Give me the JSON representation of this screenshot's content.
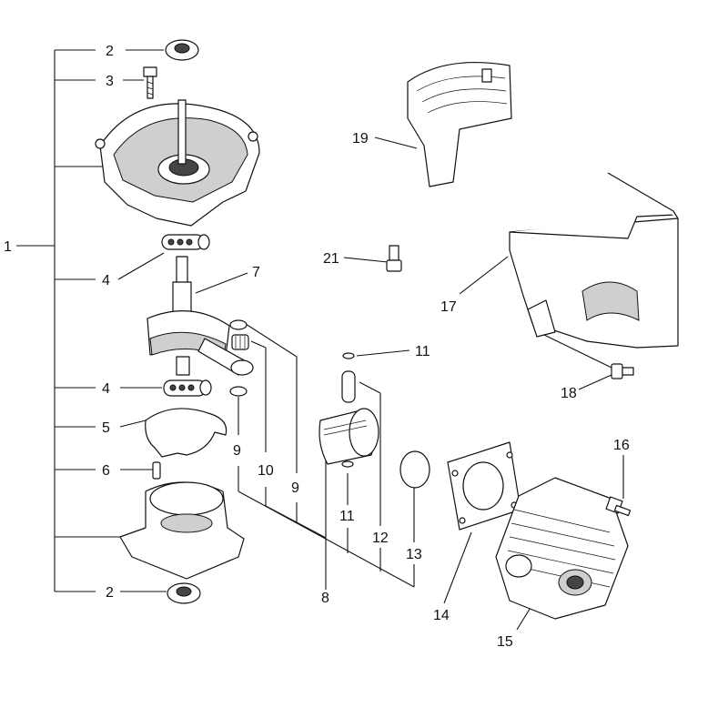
{
  "callouts": [
    {
      "id": "c1",
      "text": "1"
    },
    {
      "id": "c2a",
      "text": "2"
    },
    {
      "id": "c3",
      "text": "3"
    },
    {
      "id": "c4a",
      "text": "4"
    },
    {
      "id": "c7",
      "text": "7"
    },
    {
      "id": "c4b",
      "text": "4"
    },
    {
      "id": "c5",
      "text": "5"
    },
    {
      "id": "c6",
      "text": "6"
    },
    {
      "id": "c2b",
      "text": "2"
    },
    {
      "id": "c9a",
      "text": "9"
    },
    {
      "id": "c10",
      "text": "10"
    },
    {
      "id": "c9b",
      "text": "9"
    },
    {
      "id": "c11a",
      "text": "11"
    },
    {
      "id": "c11b",
      "text": "11"
    },
    {
      "id": "c12",
      "text": "12"
    },
    {
      "id": "c13",
      "text": "13"
    },
    {
      "id": "c8",
      "text": "8"
    },
    {
      "id": "c14",
      "text": "14"
    },
    {
      "id": "c15",
      "text": "15"
    },
    {
      "id": "c16",
      "text": "16"
    },
    {
      "id": "c17",
      "text": "17"
    },
    {
      "id": "c18",
      "text": "18"
    },
    {
      "id": "c19",
      "text": "19"
    },
    {
      "id": "c21",
      "text": "21"
    }
  ]
}
